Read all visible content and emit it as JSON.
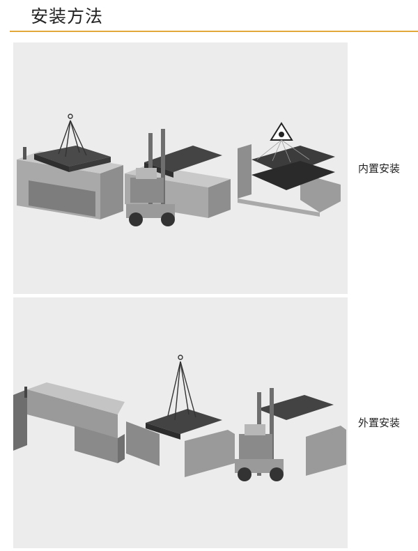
{
  "header": {
    "title": "安装方法"
  },
  "sections": [
    {
      "label": "内置安装"
    },
    {
      "label": "外置安装"
    }
  ],
  "colors": {
    "accent_rule": "#e2a93a",
    "panel_bg": "#ececec"
  }
}
